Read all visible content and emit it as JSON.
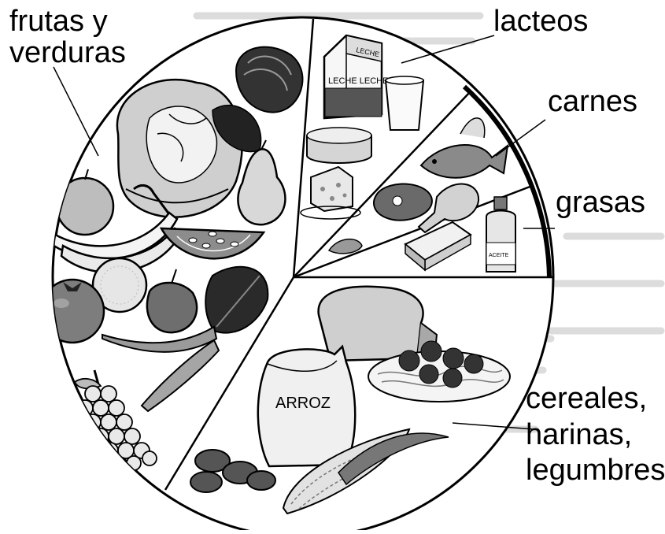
{
  "labels": {
    "frutas": [
      "frutas y",
      "verduras"
    ],
    "lacteos": "lacteos",
    "carnes": "carnes",
    "grasas": "grasas",
    "cereales": [
      "cereales,",
      "harinas,",
      "legumbres"
    ]
  },
  "package_text": {
    "milk_carton_top": "LECHE",
    "milk_carton_front": "LECHE LECHE",
    "rice_bag": "ARROZ",
    "oil_bottle": "ACEITE"
  },
  "colors": {
    "ink": "#000000",
    "background": "#ffffff",
    "faint_print": "#d9d9d9"
  }
}
